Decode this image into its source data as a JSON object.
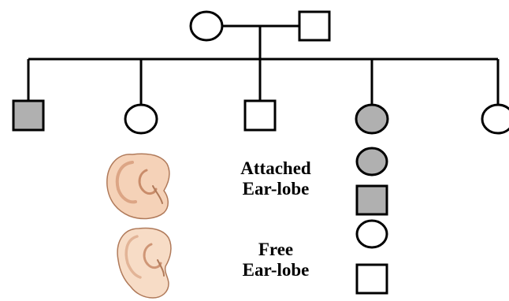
{
  "colors": {
    "line": "#000000",
    "unaffected_fill": "#ffffff",
    "affected_fill": "#b0b0b0",
    "ear_skin": "#f5d2b8",
    "ear_shadow": "#dca585",
    "ear_outline": "#b07a5a"
  },
  "pedigree": {
    "parents": [
      {
        "sex": "female",
        "affected": false
      },
      {
        "sex": "male",
        "affected": false
      }
    ],
    "children": [
      {
        "sex": "male",
        "affected": true
      },
      {
        "sex": "female",
        "affected": false
      },
      {
        "sex": "male",
        "affected": false
      },
      {
        "sex": "female",
        "affected": true
      },
      {
        "sex": "female",
        "affected": false
      }
    ]
  },
  "legend": {
    "attached": {
      "line1": "Attached",
      "line2": "Ear-lobe",
      "ear_icon": "attached-ear-lobe-ear-icon",
      "symbols": [
        "affected-female-circle",
        "affected-male-square"
      ]
    },
    "free": {
      "line1": "Free",
      "line2": "Ear-lobe",
      "ear_icon": "free-ear-lobe-ear-icon",
      "symbols": [
        "unaffected-female-circle",
        "unaffected-male-square"
      ]
    }
  }
}
